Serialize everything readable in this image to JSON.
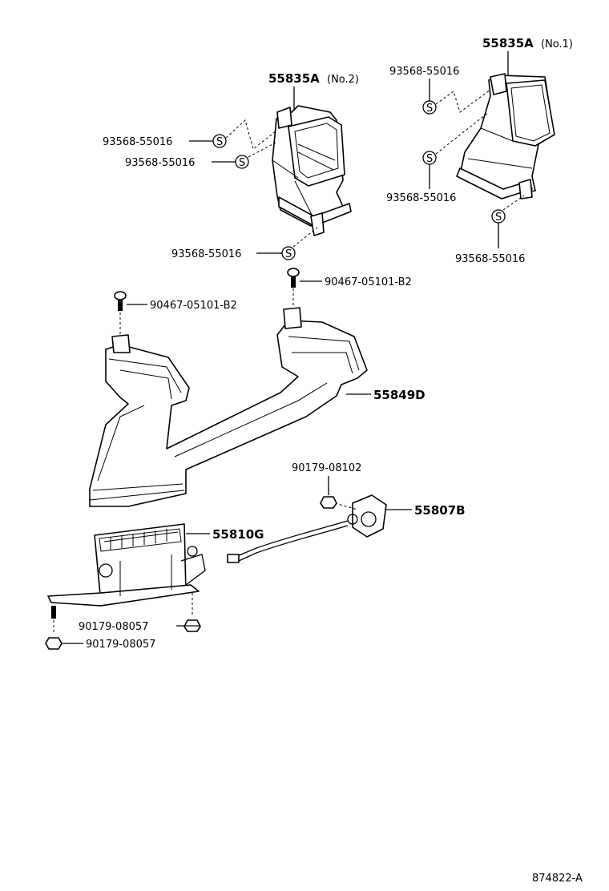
{
  "diagram": {
    "parts": {
      "duct_no1": {
        "number": "55835A",
        "suffix": "(No.1)"
      },
      "duct_no2": {
        "number": "55835A",
        "suffix": "(No.2)"
      },
      "duct_main": "55849D",
      "heater_unit": "55810G",
      "control_assy": "55807B"
    },
    "fasteners": {
      "clip": "93568-55016",
      "clip_symbol": "S",
      "screw_b2": "90467-05101-B2",
      "nut_08102": "90179-08102",
      "nut_08057": "90179-08057"
    },
    "drawing_number": "874822-A"
  }
}
